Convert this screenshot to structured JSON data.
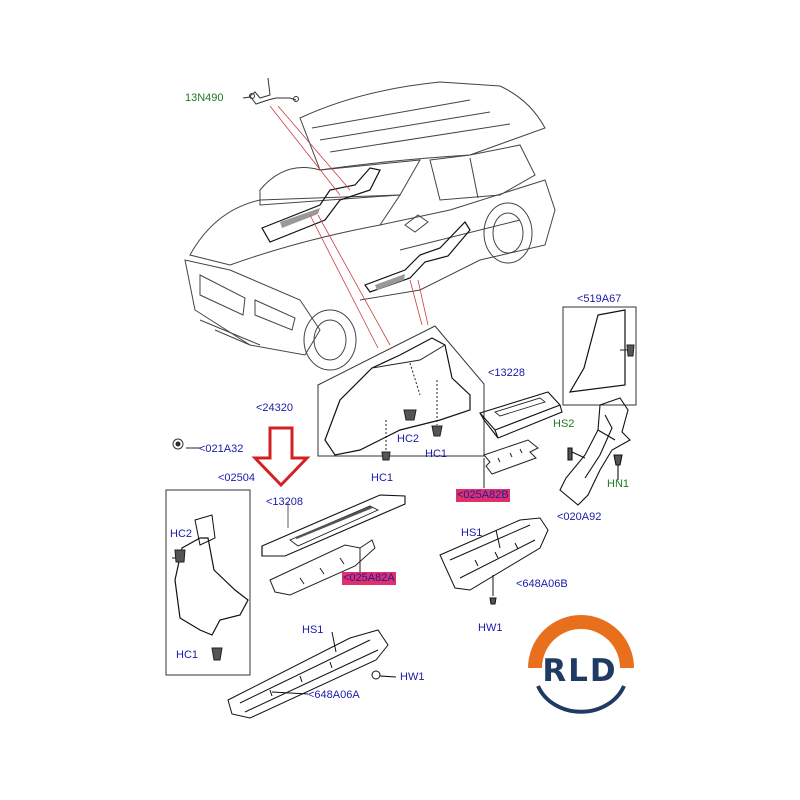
{
  "labels": {
    "p13N490": "13N490",
    "p519A67": "<519A67",
    "p13228": "<13228",
    "p24320": "<24320",
    "p021A32": "<021A32",
    "p02504": "<02504",
    "p13208": "<13208",
    "p025A82B": "<025A82B",
    "p025A82A": "<025A82A",
    "p648A06B": "<648A06B",
    "p648A06A": "<648A06A",
    "p020A92": "<020A92",
    "hs2": "HS2",
    "hn1": "HN1",
    "hc2_a": "HC2",
    "hc1_a": "HC1",
    "hc1_b": "HC1",
    "hc2_b": "HC2",
    "hc1_c": "HC1",
    "hs1_a": "HS1",
    "hw1_a": "HW1",
    "hs1_b": "HS1",
    "hw1_b": "HW1"
  },
  "colors": {
    "part_label": "#1a1aa8",
    "fastener_label_green": "#1e7a1e",
    "highlight": "#e0306a",
    "arrow": "#d42020",
    "logo_orange": "#e8701c",
    "logo_text": "#1f3b64"
  },
  "logo": {
    "text": "RLD"
  }
}
